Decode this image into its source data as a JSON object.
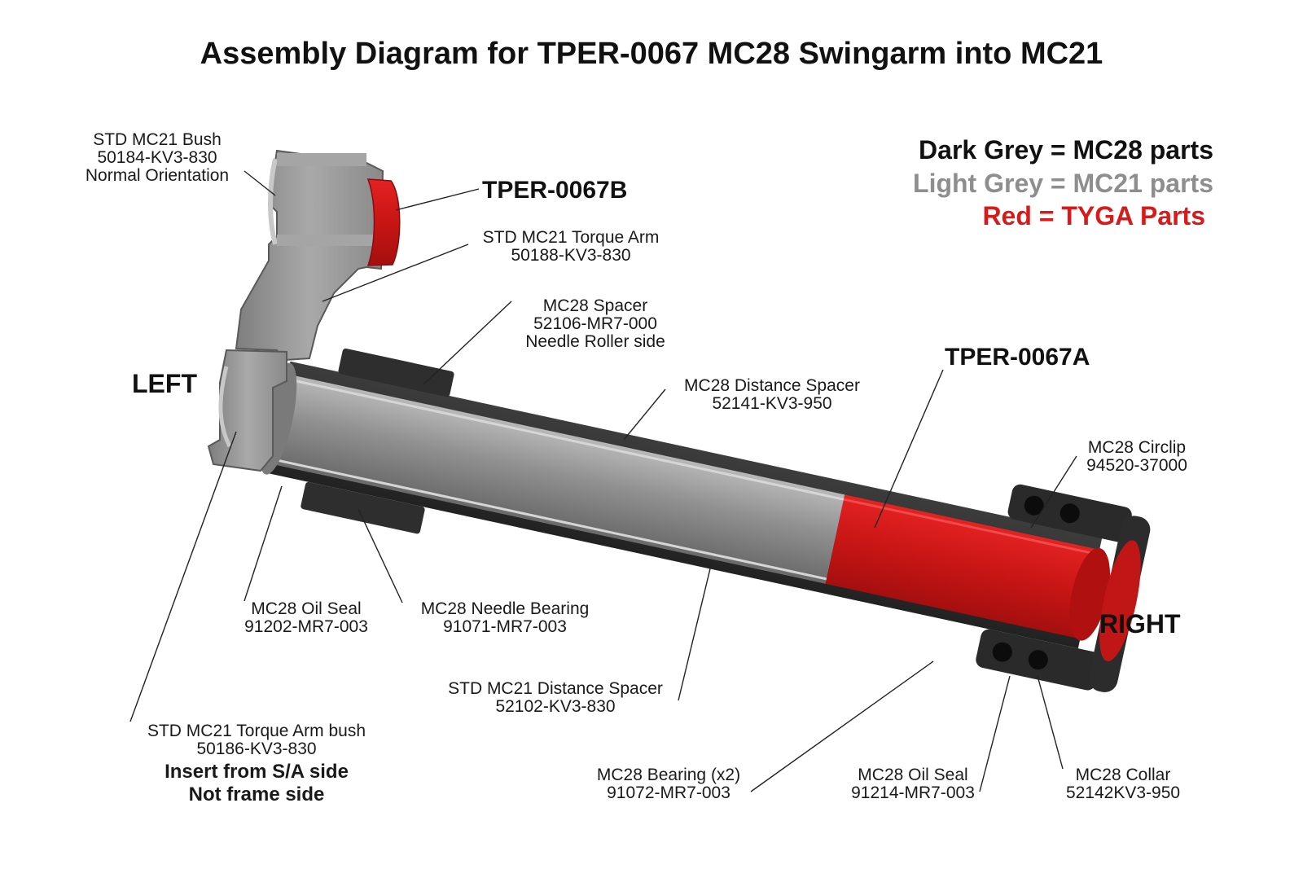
{
  "title": "Assembly Diagram for TPER-0067 MC28 Swingarm into MC21",
  "legend": {
    "dark": "Dark Grey = MC28 parts",
    "light": "Light Grey = MC21 parts",
    "red": "Red = TYGA Parts",
    "colors": {
      "dark": "#111111",
      "light": "#8e8e8e",
      "red": "#d71a1a"
    }
  },
  "sides": {
    "left": "LEFT",
    "right": "RIGHT"
  },
  "part_numbers": {
    "b": "TPER-0067B",
    "a": "TPER-0067A"
  },
  "labels": {
    "bush": [
      "STD MC21 Bush",
      "50184-KV3-830",
      "Normal Orientation"
    ],
    "torque_arm": [
      "STD MC21 Torque Arm",
      "50188-KV3-830"
    ],
    "spacer": [
      "MC28 Spacer",
      "52106-MR7-000",
      "Needle Roller side"
    ],
    "distance_spacer": [
      "MC28 Distance Spacer",
      "52141-KV3-950"
    ],
    "circlip": [
      "MC28 Circlip",
      "94520-37000"
    ],
    "oil_seal_left": [
      "MC28 Oil Seal",
      "91202-MR7-003"
    ],
    "needle_bearing": [
      "MC28 Needle Bearing",
      "91071-MR7-003"
    ],
    "std_distance_spacer": [
      "STD MC21 Distance Spacer",
      "52102-KV3-830"
    ],
    "torque_arm_bush": [
      "STD MC21 Torque Arm bush",
      "50186-KV3-830"
    ],
    "insert_note": [
      "Insert from S/A side",
      "Not frame side"
    ],
    "bearing": [
      "MC28 Bearing (x2)",
      "91072-MR7-003"
    ],
    "oil_seal_right": [
      "MC28 Oil Seal",
      "91214-MR7-003"
    ],
    "collar": [
      "MC28 Collar",
      "52142KV3-950"
    ]
  }
}
